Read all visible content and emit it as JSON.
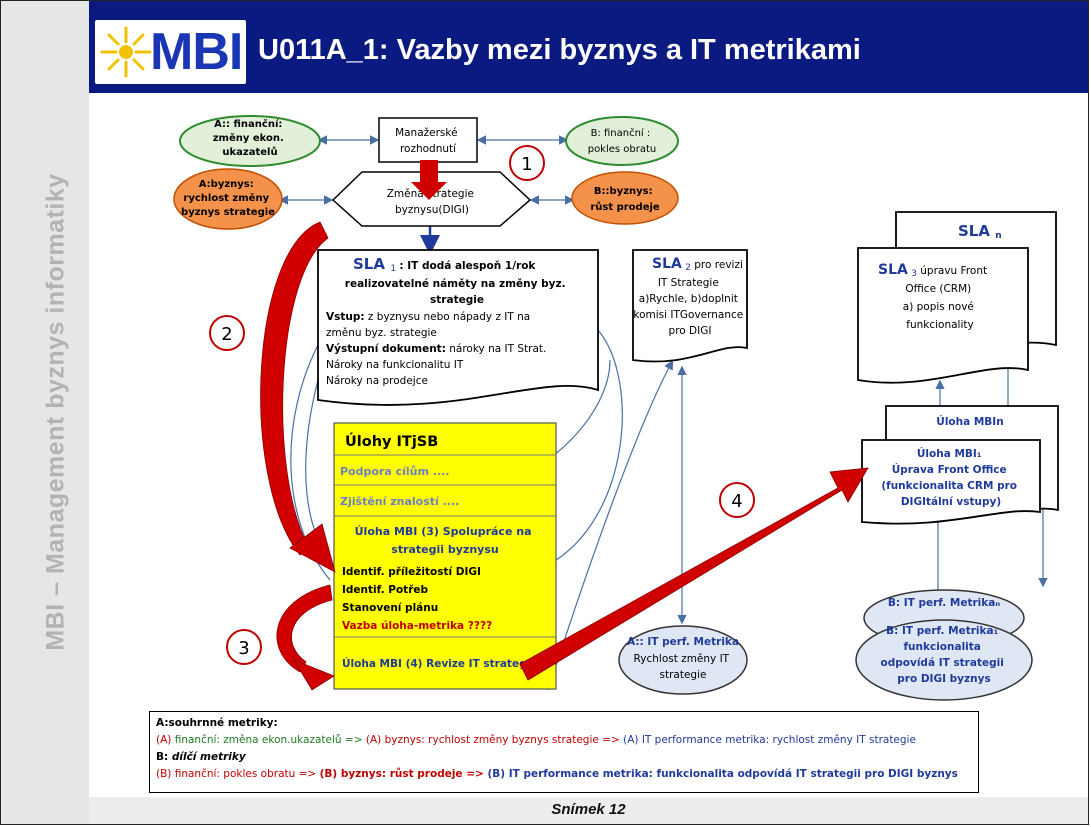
{
  "header": {
    "logo_text": "MBI",
    "title": "U011A_1: Vazby mezi byznys a IT metrikami"
  },
  "sidebar": {
    "text": "MBI – Management byznys informatiky"
  },
  "footer": {
    "slide_label": "Snímek  12"
  },
  "colors": {
    "header_bg": "#0b1a80",
    "logo_blue": "#1936b4",
    "green_fill": "#e2f0d9",
    "green_stroke": "#2e8b2e",
    "orange_fill": "#f4914a",
    "yellow_fill": "#ffff00",
    "red_arrow": "#d00000",
    "metric_fill": "#dee7f3"
  },
  "diagram": {
    "top_green_left": [
      "A:: finanční:",
      "změny ekon.",
      "ukazatelů"
    ],
    "manager_box": [
      "Manažerské",
      "rozhodnutí"
    ],
    "top_green_right": [
      "B: finanční :",
      "pokles obratu"
    ],
    "orange_left": [
      "A:byznys:",
      "rychlost změny",
      "byznys strategie"
    ],
    "hexagon": [
      "Změna strategie",
      "byznysu(DIGI)"
    ],
    "orange_right": [
      "B::byznys:",
      "růst prodeje"
    ],
    "num1": "1",
    "num2": "2",
    "num3": "3",
    "num4": "4",
    "sla1": {
      "title": "SLA",
      "sub": "1",
      "line1": ": IT dodá alespoň 1/rok",
      "lines": [
        "realizovatelné náměty na změny byz.",
        "strategie"
      ],
      "vstup_label": "Vstup:",
      "vstup_text": " z byznysu nebo nápady z IT na",
      "vstup_line2": "změnu byz. strategie",
      "vystup_label": "Výstupní dokument:",
      "vystup_text": " nároky na IT Strat.",
      "extra": [
        "Nároky na funkcionalitu IT",
        "Nároky na prodejce"
      ]
    },
    "sla2": {
      "title": "SLA",
      "sub": "2",
      "after": " pro revizi",
      "lines": [
        "IT Strategie",
        "a)Rychle, b)doplnit",
        "komisi ITGovernance",
        "pro DIGI"
      ]
    },
    "slan": {
      "title": "SLA",
      "sub": "n"
    },
    "sla3": {
      "title": "SLA",
      "sub": "3",
      "after": " úpravu Front",
      "lines": [
        "Office (CRM)",
        "a) popis nové",
        "funkcionality"
      ]
    },
    "uloha_mbin": "Úloha MBIn",
    "uloha_mbi1": [
      "Úloha MBI₁",
      "Úprava Front Office",
      "(funkcionalita CRM pro",
      "DIGItální vstupy)"
    ],
    "ulohy": {
      "title": "Úlohy ITjSB",
      "row1": "Podpora cílům ....",
      "row2": "Zjištění znalostí ....",
      "row3_title": [
        "Úloha MBI (3) Spolupráce na",
        "strategii byznysu"
      ],
      "row3_items": [
        "Identif. příležitostí DIGI",
        "Identif. Potřeb",
        "Stanovení plánu"
      ],
      "row3_red": "Vazba úloha-metrika ????",
      "row4": "Úloha MBI (4) Revize IT strategie"
    },
    "metric_a": [
      "A:: IT perf. Metrika",
      "Rychlost změny IT",
      "strategie"
    ],
    "metric_bn": "B: IT perf. Metrikaₙ",
    "metric_b1": [
      "B: IT perf. Metrika₁",
      "funkcionalita",
      "odpovídá IT strategii",
      "pro DIGI byznys"
    ]
  },
  "legend": {
    "a_title": "A:souhrnné metriky:",
    "a_p1": "(A) ",
    "a_p2": "finanční: změna ekon.ukazatelů => ",
    "a_p3": "(A) byznys: rychlost změny byznys strategie => ",
    "a_p4": "(A) IT performance metrika: rychlost změny IT strategie",
    "b_title": "B: ",
    "b_title_italic": "dílčí metriky",
    "b_p1": "(B) ",
    "b_p2": "finanční: pokles obratu => ",
    "b_p3": "(B) byznys: růst prodeje => ",
    "b_p4": "(B) IT performance metrika: funkcionalita odpovídá IT strategii pro DIGI byznys"
  }
}
